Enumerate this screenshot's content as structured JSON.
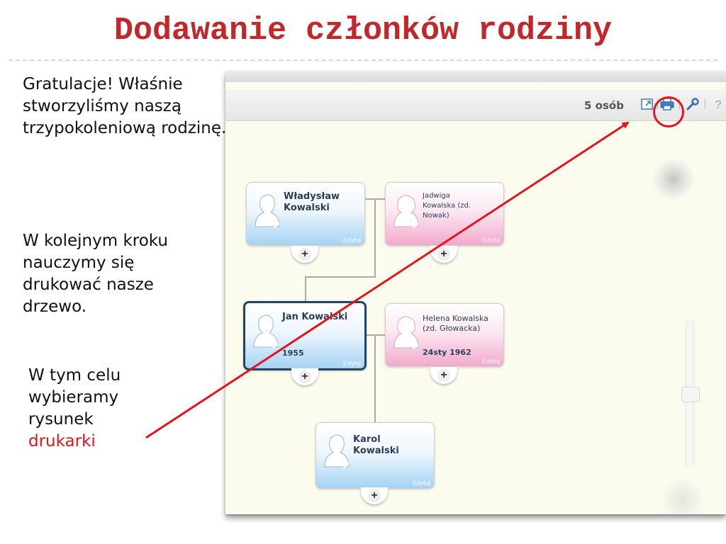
{
  "slide": {
    "title": "Dodawanie członków rodziny",
    "paragraph1": "Gratulacje!  Właśnie stworzyliśmy naszą trzypokoleniową rodzinę.",
    "paragraph2": "W kolejnym kroku nauczymy się drukować nasze drzewo.",
    "paragraph3_line1": "W tym celu",
    "paragraph3_line2": "wybieramy",
    "paragraph3_line3": "rysunek",
    "paragraph3_highlight": "drukarki"
  },
  "colors": {
    "title": "#c0282b",
    "highlight": "#e0141c",
    "annotation": "#e4141c",
    "male_card": "#a6d3f3",
    "female_card": "#f2a9cc",
    "selected_border": "#25445f"
  },
  "toolbar": {
    "people_count": "5 osób",
    "icons": [
      "expand-icon",
      "print-icon",
      "wrench-icon",
      "help-icon"
    ],
    "help_label": "?"
  },
  "tree": {
    "edit_label": "Edytuj",
    "add_label": "+",
    "persons": [
      {
        "name_line1": "Władysław",
        "name_line2": "Kowalski",
        "date": "",
        "gender": "male"
      },
      {
        "name_line1": "Jadwiga",
        "name_line2": "Kowalska (zd.",
        "name_line3": "Nowak)",
        "date": "",
        "gender": "female"
      },
      {
        "name_line1": "Jan Kowalski",
        "name_line2": "",
        "date": "1955",
        "gender": "male",
        "selected": true
      },
      {
        "name_line1": "Helena Kowalska",
        "name_line2": "(zd. Głowacka)",
        "date": "24sty 1962",
        "gender": "female"
      },
      {
        "name_line1": "Karol",
        "name_line2": "Kowalski",
        "date": "",
        "gender": "male"
      }
    ]
  }
}
